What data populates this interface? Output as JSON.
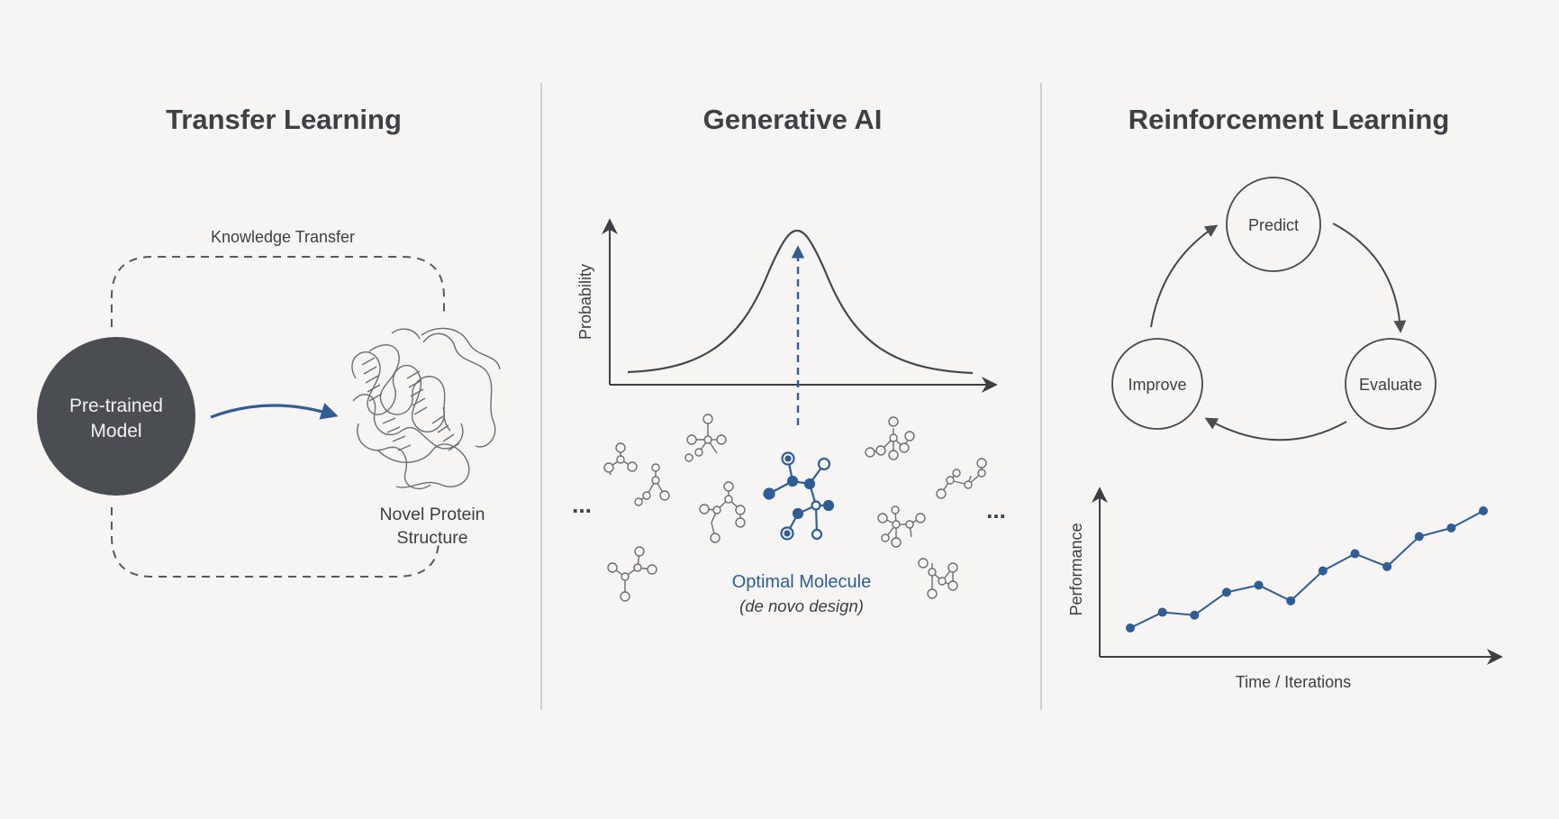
{
  "colors": {
    "background": "#f6f5f3",
    "ink": "#3b3f44",
    "accent": "#2f5d98",
    "dark_node": "#4a4d52"
  },
  "transfer": {
    "title": "Transfer Learning",
    "knowledge_label": "Knowledge Transfer",
    "model_line1": "Pre-trained",
    "model_line2": "Model",
    "protein_line1": "Novel Protein",
    "protein_line2": "Structure"
  },
  "generative": {
    "title": "Generative AI",
    "ylabel": "Probability",
    "ellipsis_left": "...",
    "ellipsis_right": "...",
    "optimal_label": "Optimal Molecule",
    "optimal_sub": "(de novo design)"
  },
  "reinforcement": {
    "title": "Reinforcement Learning",
    "cycle": {
      "predict": "Predict",
      "evaluate": "Evaluate",
      "improve": "Improve"
    }
  },
  "chart_data": {
    "type": "line",
    "title": "",
    "xlabel": "Time / Iterations",
    "ylabel": "Performance",
    "grid": false,
    "x": [
      1,
      2,
      3,
      4,
      5,
      6,
      7,
      8,
      9,
      10,
      11,
      12
    ],
    "series": [
      {
        "values": [
          0.18,
          0.29,
          0.27,
          0.43,
          0.48,
          0.37,
          0.58,
          0.7,
          0.61,
          0.82,
          0.88,
          1.0
        ]
      }
    ]
  }
}
